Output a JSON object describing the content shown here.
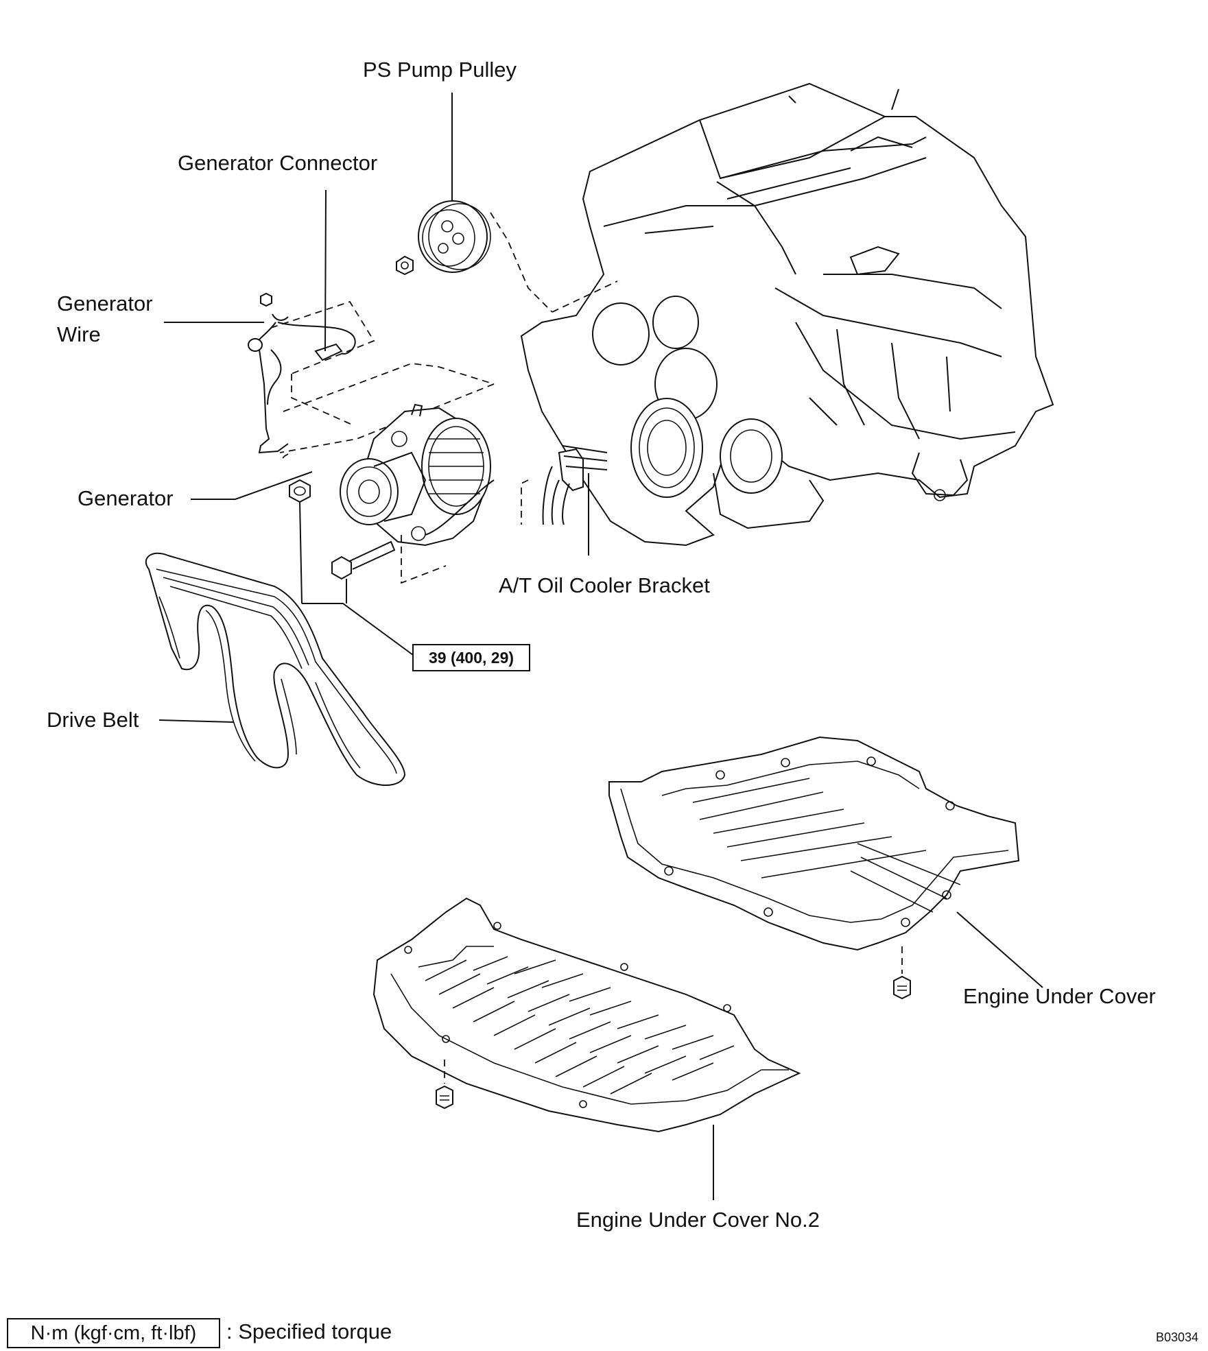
{
  "diagram": {
    "labels": {
      "ps_pump_pulley": "PS Pump Pulley",
      "generator_connector": "Generator Connector",
      "generator_wire": "Generator\nWire",
      "generator": "Generator",
      "at_oil_cooler_bracket": "A/T Oil Cooler Bracket",
      "drive_belt": "Drive Belt",
      "engine_under_cover": "Engine Under Cover",
      "engine_under_cover_no2": "Engine Under Cover No.2"
    },
    "torque_value": "39 (400, 29)",
    "legend": {
      "units": "N·m (kgf·cm, ft·lbf)",
      "description": ": Specified torque"
    },
    "figure_code": "B03034"
  }
}
